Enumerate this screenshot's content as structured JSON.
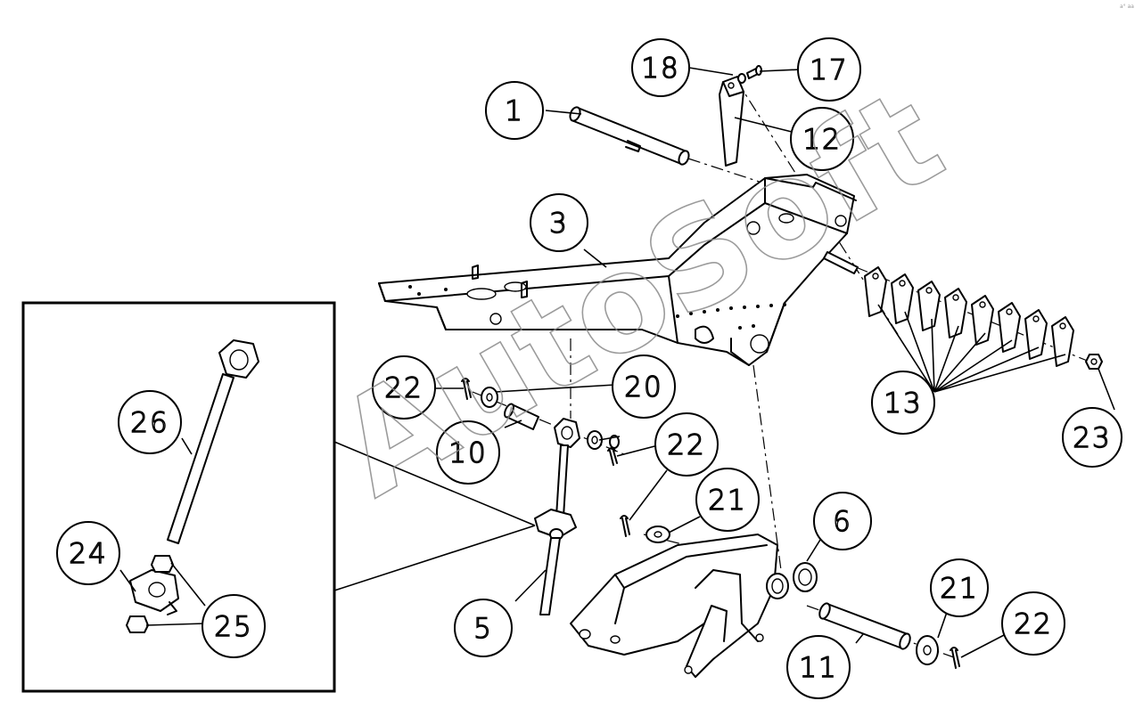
{
  "diagram": {
    "watermark": "AutoSoft",
    "corner_mark": "a° aa",
    "callouts": [
      {
        "id": "c1",
        "label": "1"
      },
      {
        "id": "c3",
        "label": "3"
      },
      {
        "id": "c5",
        "label": "5"
      },
      {
        "id": "c6",
        "label": "6"
      },
      {
        "id": "c10",
        "label": "10"
      },
      {
        "id": "c11",
        "label": "11"
      },
      {
        "id": "c12",
        "label": "12"
      },
      {
        "id": "c13",
        "label": "13"
      },
      {
        "id": "c17",
        "label": "17"
      },
      {
        "id": "c18",
        "label": "18"
      },
      {
        "id": "c20",
        "label": "20"
      },
      {
        "id": "c21a",
        "label": "21"
      },
      {
        "id": "c21b",
        "label": "21"
      },
      {
        "id": "c22a",
        "label": "22"
      },
      {
        "id": "c22b",
        "label": "22"
      },
      {
        "id": "c22c",
        "label": "22"
      },
      {
        "id": "c23",
        "label": "23"
      },
      {
        "id": "c24",
        "label": "24"
      },
      {
        "id": "c25",
        "label": "25"
      },
      {
        "id": "c26",
        "label": "26"
      }
    ]
  }
}
